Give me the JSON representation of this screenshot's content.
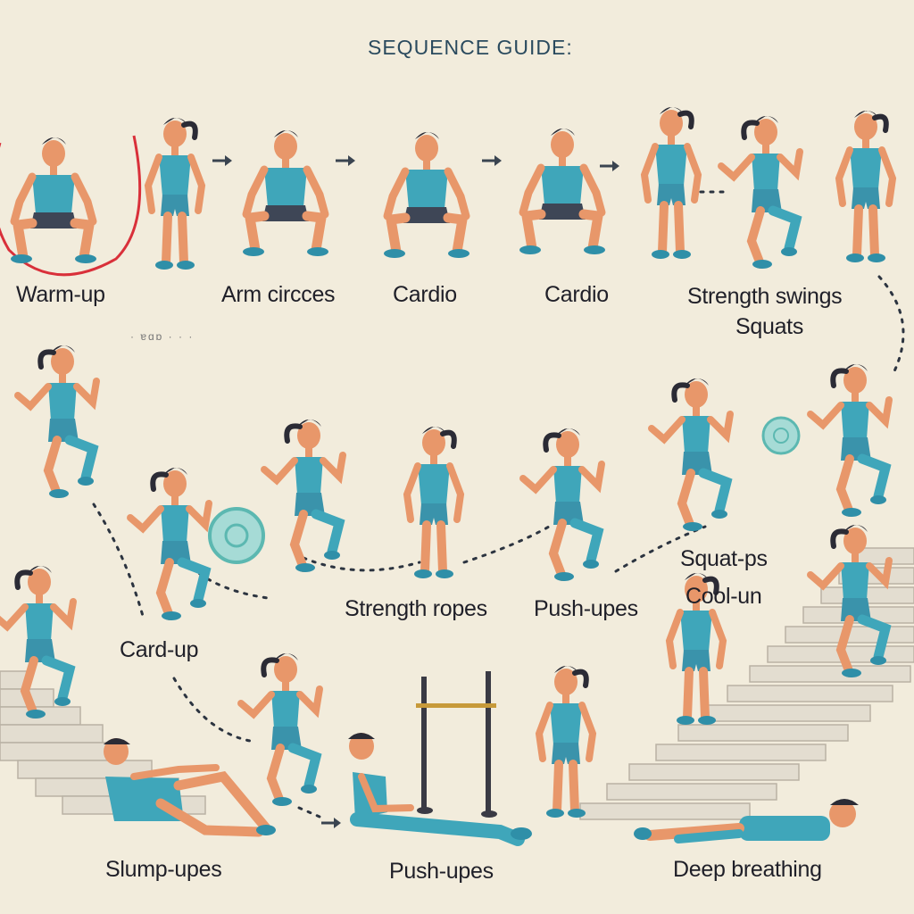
{
  "title": "SEQUENCE GUIDE:",
  "small_mark": "· ɐɑɒ · · ·",
  "labels": {
    "warm_up": "Warm-up",
    "arm_circles": "Arm circces",
    "cardio_1": "Cardio",
    "cardio_2": "Cardio",
    "strength_swings": "Strength swings",
    "squats": "Squats",
    "strength_ropes": "Strength ropes",
    "push_upes_1": "Push-upes",
    "squat_ps": "Squat-ps",
    "cool_un": "Cool-un",
    "card_up": "Card-up",
    "slump_upes": "Slump-upes",
    "push_upes_2": "Push-upes",
    "deep_breathing": "Deep breathing"
  },
  "colors": {
    "background": "#f2ecdc",
    "skin": "#e8976a",
    "teal": "#3fa6ba",
    "hair": "#2b2b35",
    "shorts_dark": "#3e4656",
    "shoe": "#2f8fa8",
    "rope": "#d9303a",
    "stairs": "#e3ddd0",
    "dotted_path": "#2c3440"
  },
  "icons": [
    "arrow-icon",
    "dotted-path-icon",
    "disc-icon",
    "pull-up-bar-icon",
    "stairs-icon",
    "jump-rope-icon"
  ]
}
